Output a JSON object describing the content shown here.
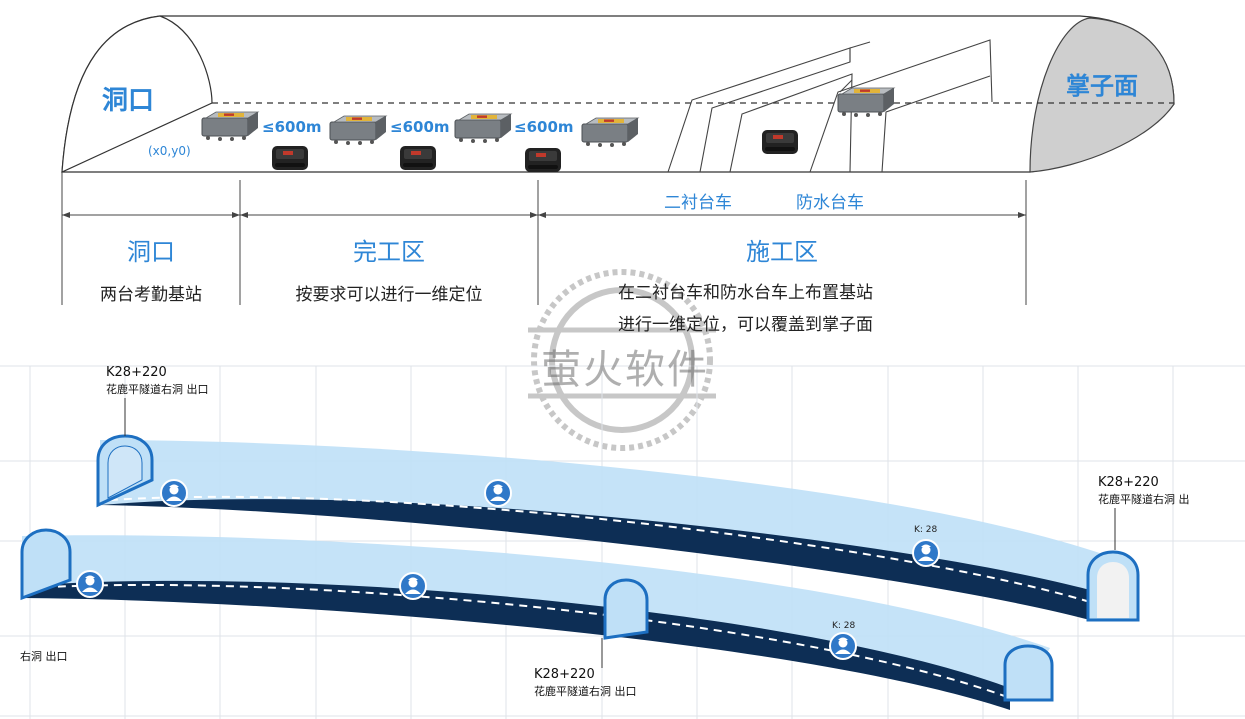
{
  "top_diagram": {
    "entrance_label": "洞口",
    "face_label": "掌子面",
    "origin_coord": "(x0,y0)",
    "distances": [
      "≤600m",
      "≤600m",
      "≤600m"
    ],
    "cart_labels": [
      "二衬台车",
      "防水台车"
    ],
    "zones": [
      {
        "title": "洞口",
        "desc": "两台考勤基站"
      },
      {
        "title": "完工区",
        "desc": "按要求可以进行一维定位"
      },
      {
        "title": "施工区",
        "desc_line1": "在二衬台车和防水台车上布置基站",
        "desc_line2": "进行一维定位，可以覆盖到掌子面"
      }
    ]
  },
  "watermark": "萤火软件",
  "tunnel_map": {
    "marks": [
      {
        "line1": "K28+220",
        "line2": "花鹿平隧道右洞 出口"
      },
      {
        "line1": "K28+220",
        "line2": "花鹿平隧道右洞 出"
      },
      {
        "line1": "",
        "line2": "右洞 出口"
      },
      {
        "line1": "K28+220",
        "line2": "花鹿平隧道右洞 出口"
      }
    ],
    "k_labels": [
      "K: 28",
      "K: 28"
    ]
  },
  "colors": {
    "accent_blue": "#2e86d6",
    "tunnel_light": "#bfe0f7",
    "road_dark": "#0d2e55"
  }
}
